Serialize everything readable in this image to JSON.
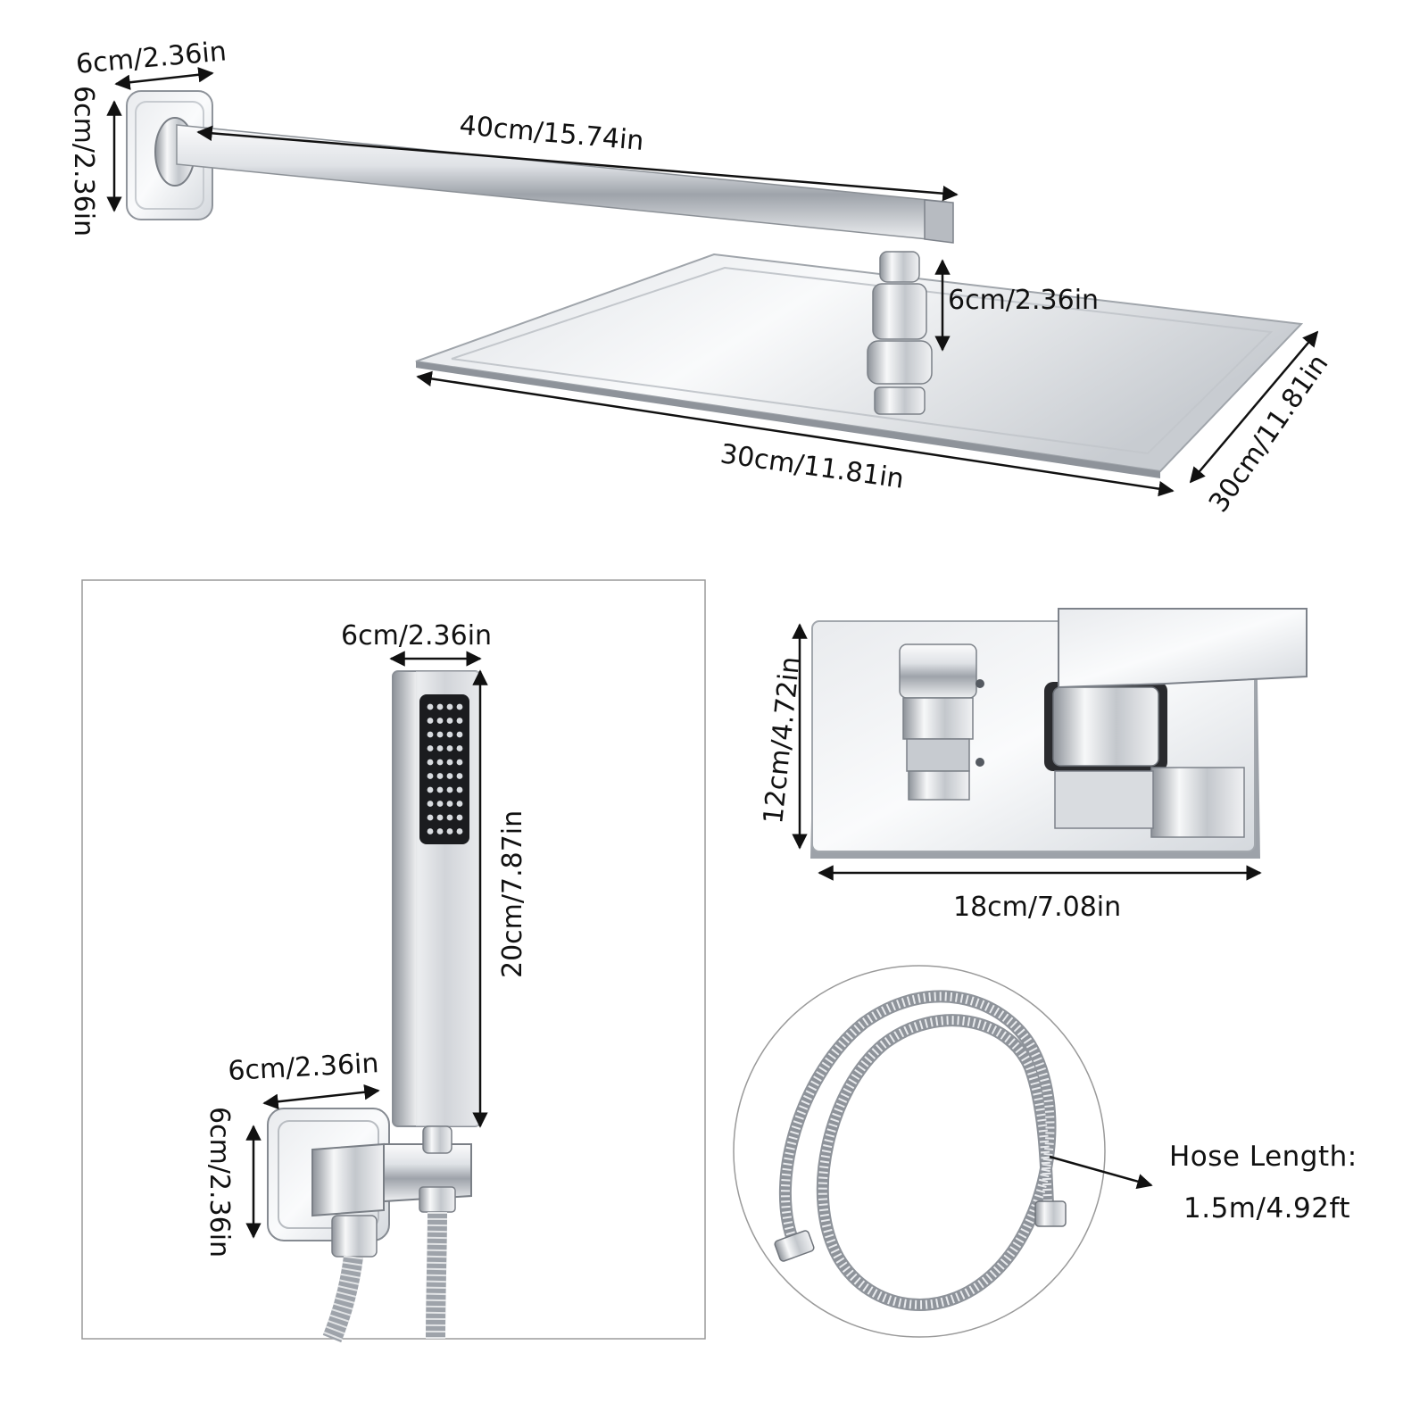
{
  "dimensions": {
    "arm_base_width": "6cm/2.36in",
    "arm_base_height": "6cm/2.36in",
    "arm_length": "40cm/15.74in",
    "connector_height": "6cm/2.36in",
    "head_width": "30cm/11.81in",
    "head_depth": "30cm/11.81in",
    "handheld_width": "6cm/2.36in",
    "handheld_length": "20cm/7.87in",
    "holder_width": "6cm/2.36in",
    "holder_height": "6cm/2.36in",
    "valve_height": "12cm/4.72in",
    "valve_width": "18cm/7.08in"
  },
  "hose": {
    "label": "Hose Length:",
    "value": "1.5m/4.92ft"
  },
  "colors": {
    "chrome_light": "#f4f5f7",
    "chrome_mid": "#c8ccd2",
    "chrome_dark": "#6b7078",
    "line": "#111111",
    "frame": "#9a9a9a"
  }
}
